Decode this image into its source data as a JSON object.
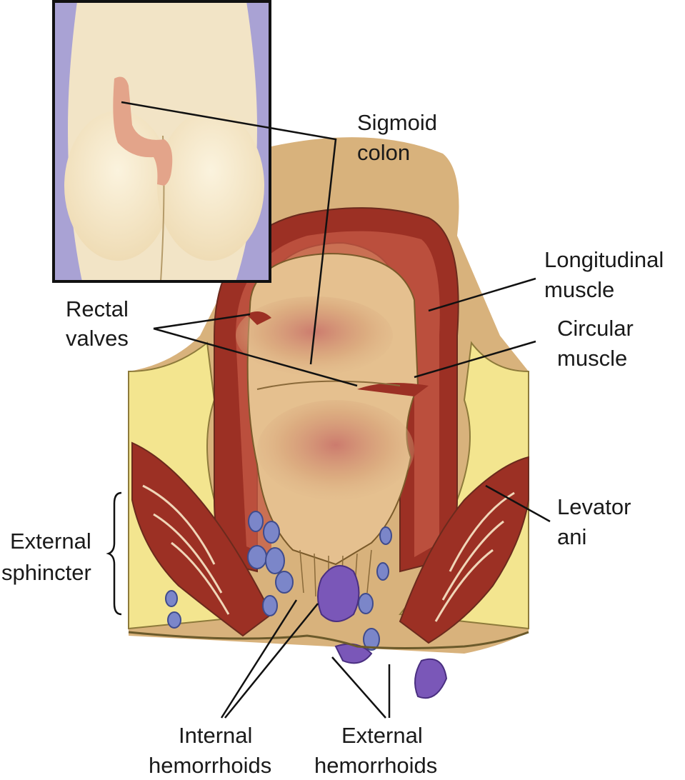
{
  "labels": {
    "sigmoid_colon": [
      "Sigmoid",
      "colon"
    ],
    "longitudinal_muscle": [
      "Longitudinal",
      "muscle"
    ],
    "circular_muscle": [
      "Circular",
      "muscle"
    ],
    "rectal_valves": [
      "Rectal",
      "valves"
    ],
    "levator_ani": [
      "Levator",
      "ani"
    ],
    "external_sphincter": [
      "External",
      "sphincter"
    ],
    "internal_hemorrhoids": [
      "Internal",
      "hemorrhoids"
    ],
    "external_hemorrhoids": [
      "External",
      "hemorrhoids"
    ]
  },
  "colors": {
    "fat": "#f3e58f",
    "muscle": "#9c3024",
    "muscle_light": "#c65a45",
    "mucosa": "#e8c495",
    "lumen_blush": "#c9736a",
    "skin": "#d7b27d",
    "hemorrhoid_vein": "#7b86c9",
    "hemorrhoid_external": "#7a57b8",
    "inset_skin": "#f2e4c6",
    "inset_colon": "#e3a48a",
    "inset_background": "#a9a2d4",
    "outline": "#6b5a2b"
  }
}
